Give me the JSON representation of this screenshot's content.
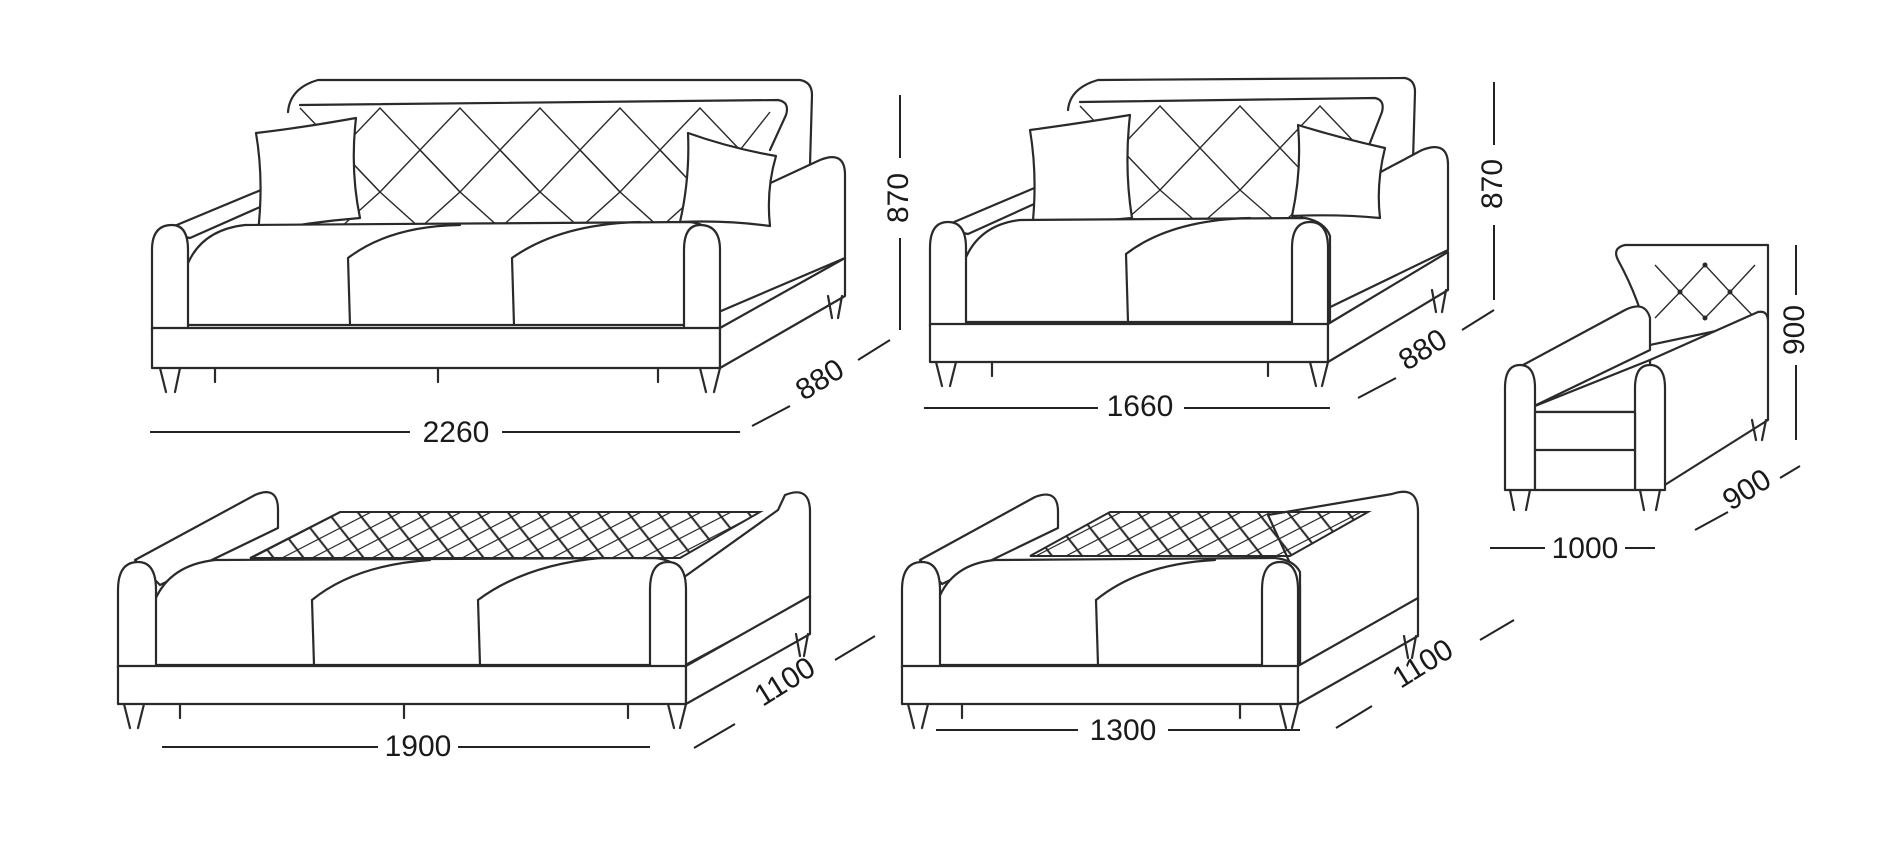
{
  "colors": {
    "line": "#2a2a2a",
    "background": "#ffffff"
  },
  "views": {
    "sofa3": {
      "width": "2260",
      "depth": "880",
      "height": "870"
    },
    "sofa2": {
      "width": "1660",
      "depth": "880",
      "height": "870"
    },
    "armchair": {
      "width": "1000",
      "depth": "900",
      "height": "900"
    },
    "bed3": {
      "length": "1900",
      "width": "1100"
    },
    "bed2": {
      "length": "1300",
      "width": "1100"
    }
  }
}
